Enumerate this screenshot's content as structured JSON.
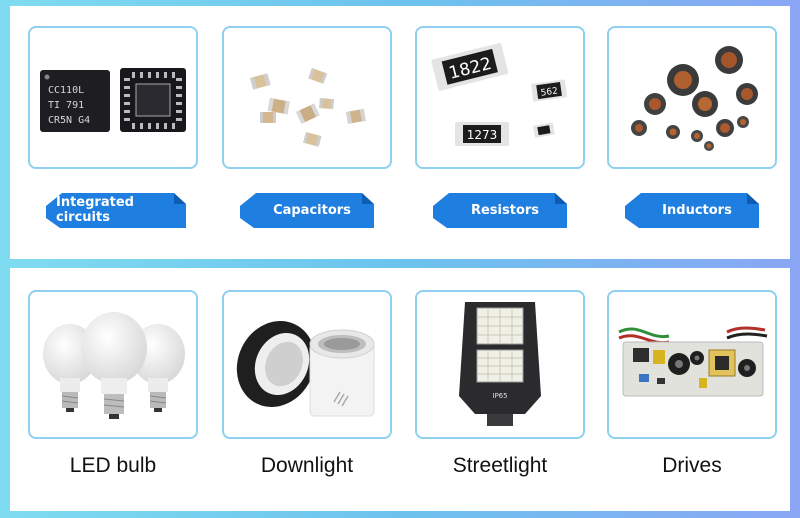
{
  "colors": {
    "ribbon": "#1f7fe0",
    "ribbon_dark": "#0f5cb5",
    "card_border": "#8fd0f0"
  },
  "components": [
    {
      "label": "Integrated circuits",
      "icon": "ic-chip-image",
      "chip_text": [
        "CC110L",
        "TI  791",
        "CR5N G4"
      ]
    },
    {
      "label": "Capacitors",
      "icon": "capacitor-image"
    },
    {
      "label": "Resistors",
      "icon": "resistor-image",
      "resistor_codes": [
        "1822",
        "562",
        "1273"
      ]
    },
    {
      "label": "Inductors",
      "icon": "inductor-image"
    }
  ],
  "products": [
    {
      "label": "LED bulb",
      "icon": "led-bulb-image"
    },
    {
      "label": "Downlight",
      "icon": "downlight-image"
    },
    {
      "label": "Streetlight",
      "icon": "streetlight-image",
      "rating": "IP65"
    },
    {
      "label": "Drives",
      "icon": "driver-board-image"
    }
  ]
}
